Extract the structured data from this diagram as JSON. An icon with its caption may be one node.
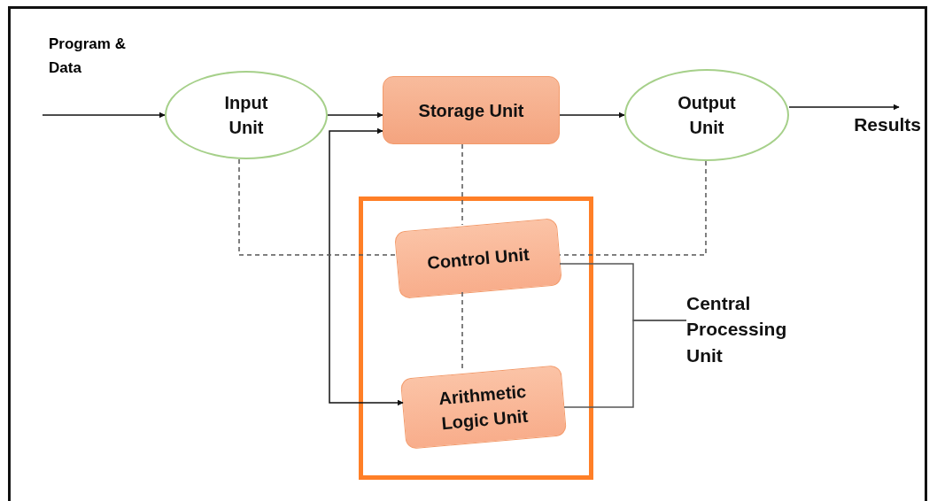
{
  "diagram": {
    "nodes": [
      {
        "text": [
          "Input Unit"
        ]
      },
      {
        "text": [
          "Storage Unit"
        ]
      },
      {
        "text": [
          "Output Unit"
        ]
      },
      {
        "text": [
          "Results"
        ]
      },
      {
        "text": [],
        "shape": "box"
      },
      {
        "text": [
          "Control Unit"
        ],
        "in": 4
      },
      {
        "text": [
          "Arithmetic Logic Unit"
        ],
        "in": 4
      },
      {
        "text": [
          "Central Processing Unit"
        ]
      }
    ],
    "edges": [
      {
        "from": null,
        "to": 0,
        "arrow": "to"
      },
      {
        "from": 0,
        "to": 1,
        "arrow": "to"
      },
      {
        "from": 1,
        "to": 2,
        "arrow": "to"
      },
      {
        "from": 2,
        "to": 3,
        "arrow": "to"
      },
      {
        "from": 1,
        "to": 6,
        "arrow": "both"
      },
      {
        "from": 0,
        "to": 5,
        "arrow": "none",
        "style": "dashed"
      },
      {
        "from": 2,
        "to": 5,
        "arrow": "none",
        "style": "dashed"
      },
      {
        "from": 1,
        "to": 5,
        "arrow": "none",
        "style": "dashed"
      },
      {
        "from": 5,
        "to": 6,
        "arrow": "none",
        "style": "dashed"
      },
      {
        "from": 5,
        "to": 7,
        "arrow": "none"
      },
      {
        "from": 6,
        "to": 7,
        "arrow": "none"
      }
    ],
    "labels": [
      "Program & Data"
    ]
  }
}
